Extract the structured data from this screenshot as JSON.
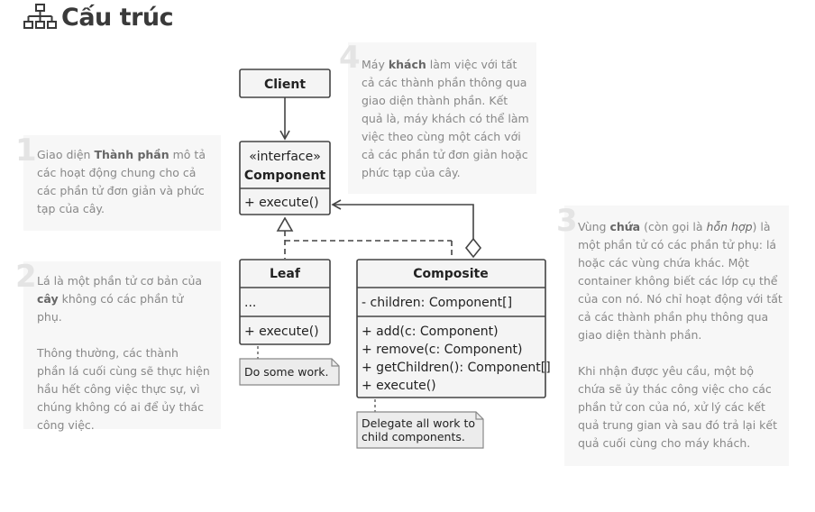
{
  "title": "Cấu trúc",
  "uml": {
    "client": "Client",
    "component_stereotype": "«interface»",
    "component_name": "Component",
    "component_method": "+ execute()",
    "leaf_name": "Leaf",
    "leaf_field": "...",
    "leaf_method": "+ execute()",
    "leaf_note": "Do some work.",
    "composite_name": "Composite",
    "composite_field": "- children: Component[]",
    "composite_methods": [
      "+ add(c: Component)",
      "+ remove(c: Component)",
      "+ getChildren(): Component[]",
      "+ execute()"
    ],
    "composite_note_line1": "Delegate all work to",
    "composite_note_line2": "child components."
  },
  "notes": {
    "n1": {
      "num": "1",
      "pre": "Giao diện ",
      "bold": "Thành phần",
      "post": " mô tả các hoạt động chung cho cả các phần tử đơn giản và phức tạp của cây."
    },
    "n2": {
      "num": "2",
      "pre": "Lá là một phần tử cơ bản của ",
      "bold": "cây",
      "post": " không có các phần tử phụ.",
      "p2": "Thông thường, các thành phần lá cuối cùng sẽ thực hiện hầu hết công việc thực sự, vì chúng không có ai để ủy thác công việc."
    },
    "n3": {
      "num": "3",
      "pre": "Vùng ",
      "bold": "chứa",
      "mid": " (còn gọi là ",
      "ital": "hỗn hợp",
      "post": ") là một phần tử có các phần tử phụ: lá hoặc các vùng chứa khác. Một container không biết các lớp cụ thể của con nó. Nó chỉ hoạt động với tất cả các thành phần phụ thông qua giao diện thành phần.",
      "p2": "Khi nhận được yêu cầu, một bộ chứa sẽ ủy thác công việc cho các phần tử con của nó, xử lý các kết quả trung gian và sau đó trả lại kết quả cuối cùng cho máy khách."
    },
    "n4": {
      "num": "4",
      "pre": "Máy ",
      "bold": "khách",
      "post": " làm việc với tất cả các thành phần thông qua giao diện thành phần. Kết quả là, máy khách có thể làm việc theo cùng một cách với cả các phần tử đơn giản hoặc phức tạp của cây."
    }
  },
  "colors": {
    "box_fill": "#f4f4f4",
    "stroke": "#444444",
    "note_fill": "#ececec",
    "desc_bg": "#f7f7f7",
    "desc_num": "#e4e4e4"
  }
}
